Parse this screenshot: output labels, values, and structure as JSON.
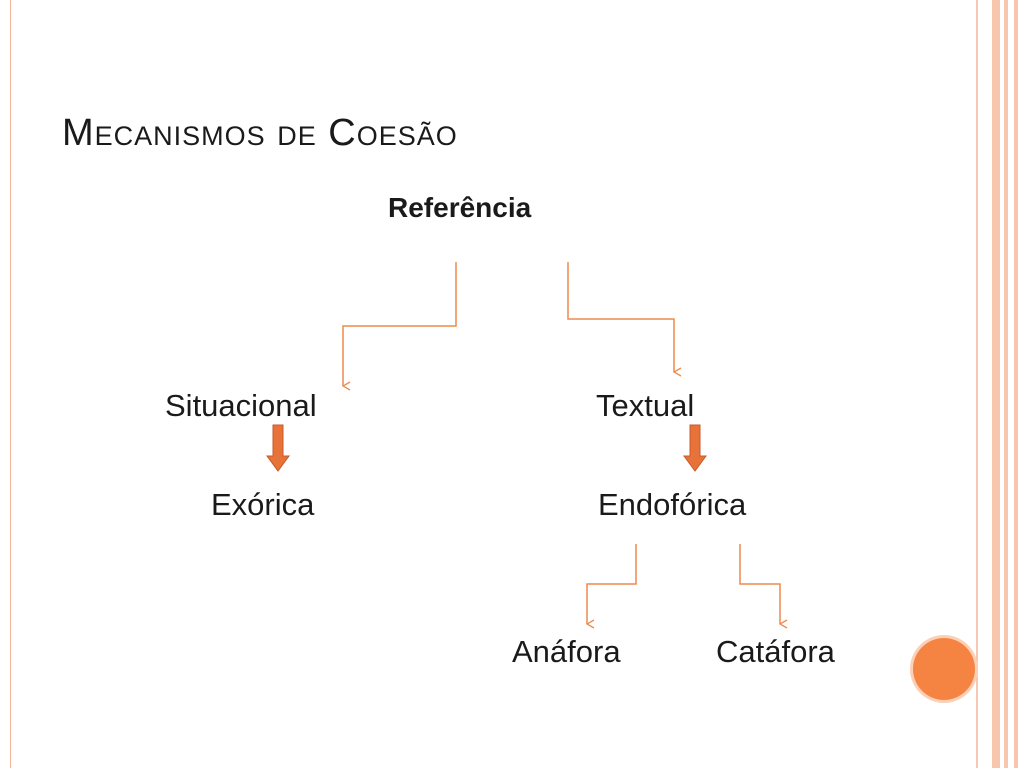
{
  "slide": {
    "title": "Mecanismos de Coesão"
  },
  "diagram": {
    "root": "Referência",
    "level1_left": "Situacional",
    "level1_right": "Textual",
    "level2_left": "Exórica",
    "level2_right": "Endofórica",
    "level3_left": "Anáfora",
    "level3_right": "Catáfora"
  },
  "colors": {
    "accent": "#f58443",
    "connector": "#ee8a4f",
    "frame": "#f2b597",
    "block_arrow": "#e8733a"
  }
}
